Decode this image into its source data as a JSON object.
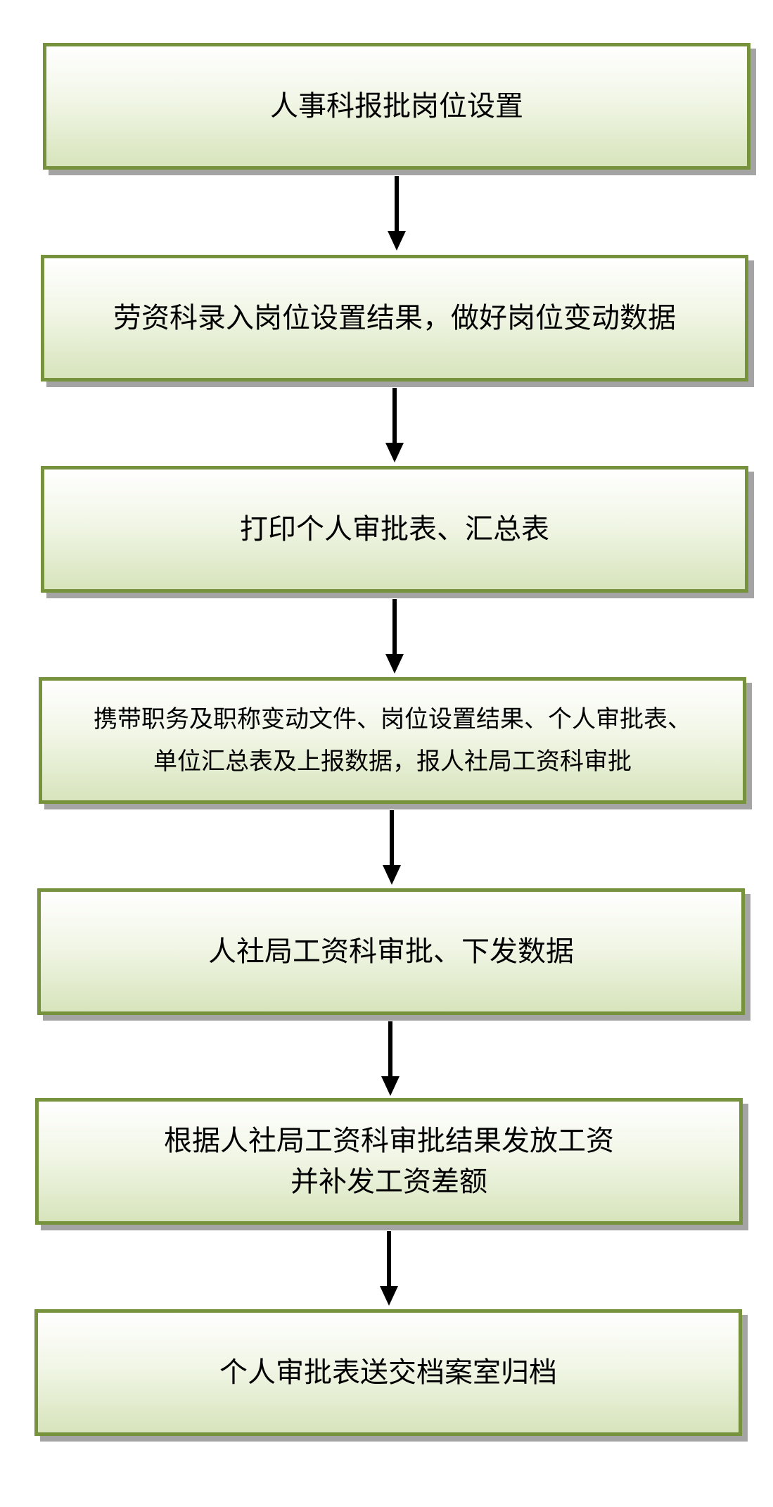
{
  "flowchart": {
    "steps": [
      {
        "text": "人事科报批岗位设置"
      },
      {
        "text": "劳资科录入岗位设置结果，做好岗位变动数据"
      },
      {
        "text": "打印个人审批表、汇总表"
      },
      {
        "text": "携带职务及职称变动文件、岗位设置结果、个人审批表、\n单位汇总表及上报数据，报人社局工资科审批"
      },
      {
        "text": "人社局工资科审批、下发数据"
      },
      {
        "text": "根据人社局工资科审批结果发放工资\n并补发工资差额"
      },
      {
        "text": "个人审批表送交档案室归档"
      }
    ],
    "colors": {
      "box_border": "#76923c",
      "box_fill_top": "#ffffff",
      "box_fill_bottom": "#d7e4bc",
      "shadow": "#a4a4a4",
      "arrow": "#000000",
      "text": "#000000"
    }
  }
}
